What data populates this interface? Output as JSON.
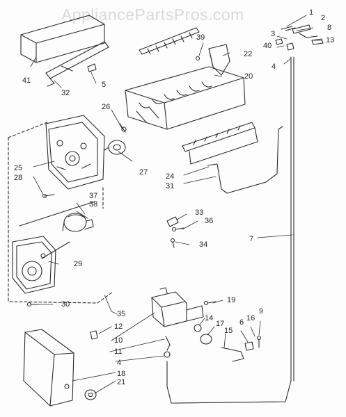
{
  "watermark": "AppliancePartsPros.com",
  "colors": {
    "ink": "#2a2a2a",
    "paper": "#fdfdfd",
    "watermark": "#d9d9d9"
  },
  "callouts": {
    "n1": "1",
    "n2": "2",
    "n3": "3",
    "n4": "4",
    "n5": "5",
    "n6": "6",
    "n7": "7",
    "n8": "8",
    "n9": "9",
    "n10": "10",
    "n11": "11",
    "n12": "12",
    "n13": "13",
    "n14": "14",
    "n15": "15",
    "n16": "16",
    "n17": "17",
    "n18": "18",
    "n19": "19",
    "n20": "20",
    "n21": "21",
    "n22": "22",
    "n24": "24",
    "n25": "25",
    "n26": "26",
    "n27": "27",
    "n28": "28",
    "n29": "29",
    "n30": "30",
    "n31": "31",
    "n32": "32",
    "n33": "33",
    "n34": "34",
    "n35": "35",
    "n36": "36",
    "n37": "37",
    "n38": "38",
    "n39": "39",
    "n40": "40",
    "n41": "41",
    "n4b": "4"
  }
}
